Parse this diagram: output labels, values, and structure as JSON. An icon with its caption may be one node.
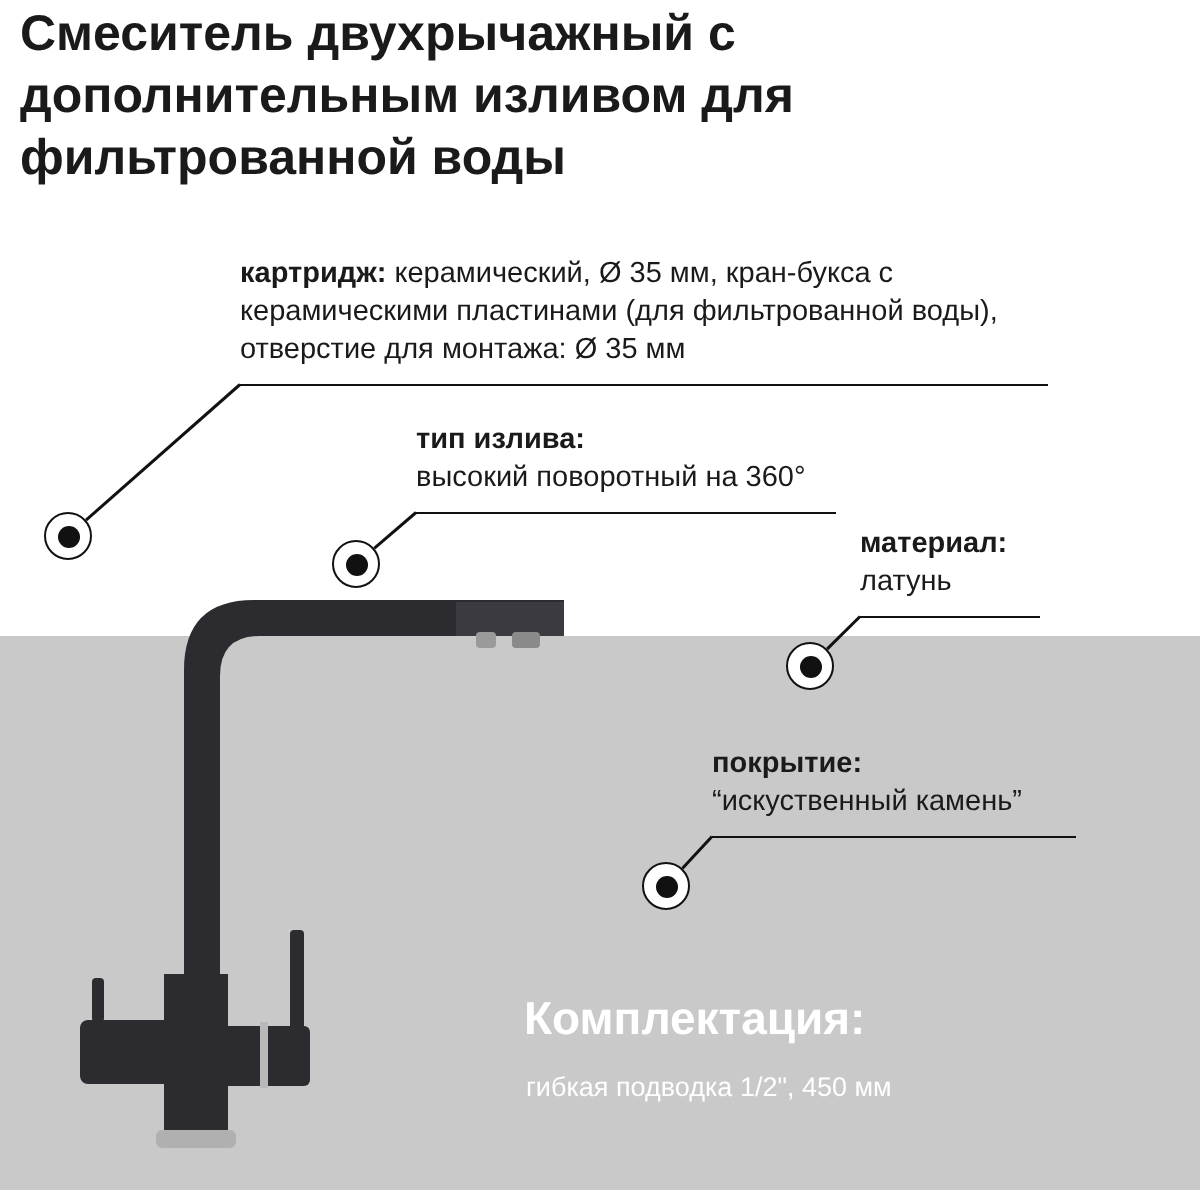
{
  "diagram": {
    "title": "Смеситель двухрычажный с дополнительным изливом для фильтрованной воды",
    "nodes": [
      {
        "text": [
          "**картридж:** керамический, Ø 35 мм, кран-букса с керамическими пластинами (для фильтрованной воды), отверстие для монтажа: Ø 35 мм"
        ]
      },
      {
        "text": [],
        "shape": "circle"
      },
      {
        "text": [
          "тип излива:",
          "высокий поворотный на 360°"
        ]
      },
      {
        "text": [],
        "shape": "circle"
      },
      {
        "text": [
          "материал:",
          "латунь"
        ]
      },
      {
        "text": [],
        "shape": "circle"
      },
      {
        "text": [
          "покрытие:",
          "“искуственный камень”"
        ]
      },
      {
        "text": [],
        "shape": "circle"
      }
    ],
    "edges": [
      {
        "from": 0,
        "to": 1,
        "arrow": "none"
      },
      {
        "from": 2,
        "to": 3,
        "arrow": "none"
      },
      {
        "from": 4,
        "to": 5,
        "arrow": "none"
      },
      {
        "from": 6,
        "to": 7,
        "arrow": "none"
      }
    ],
    "labels": [
      "Комплектация:",
      "гибкая подводка 1/2\", 450 мм"
    ]
  }
}
